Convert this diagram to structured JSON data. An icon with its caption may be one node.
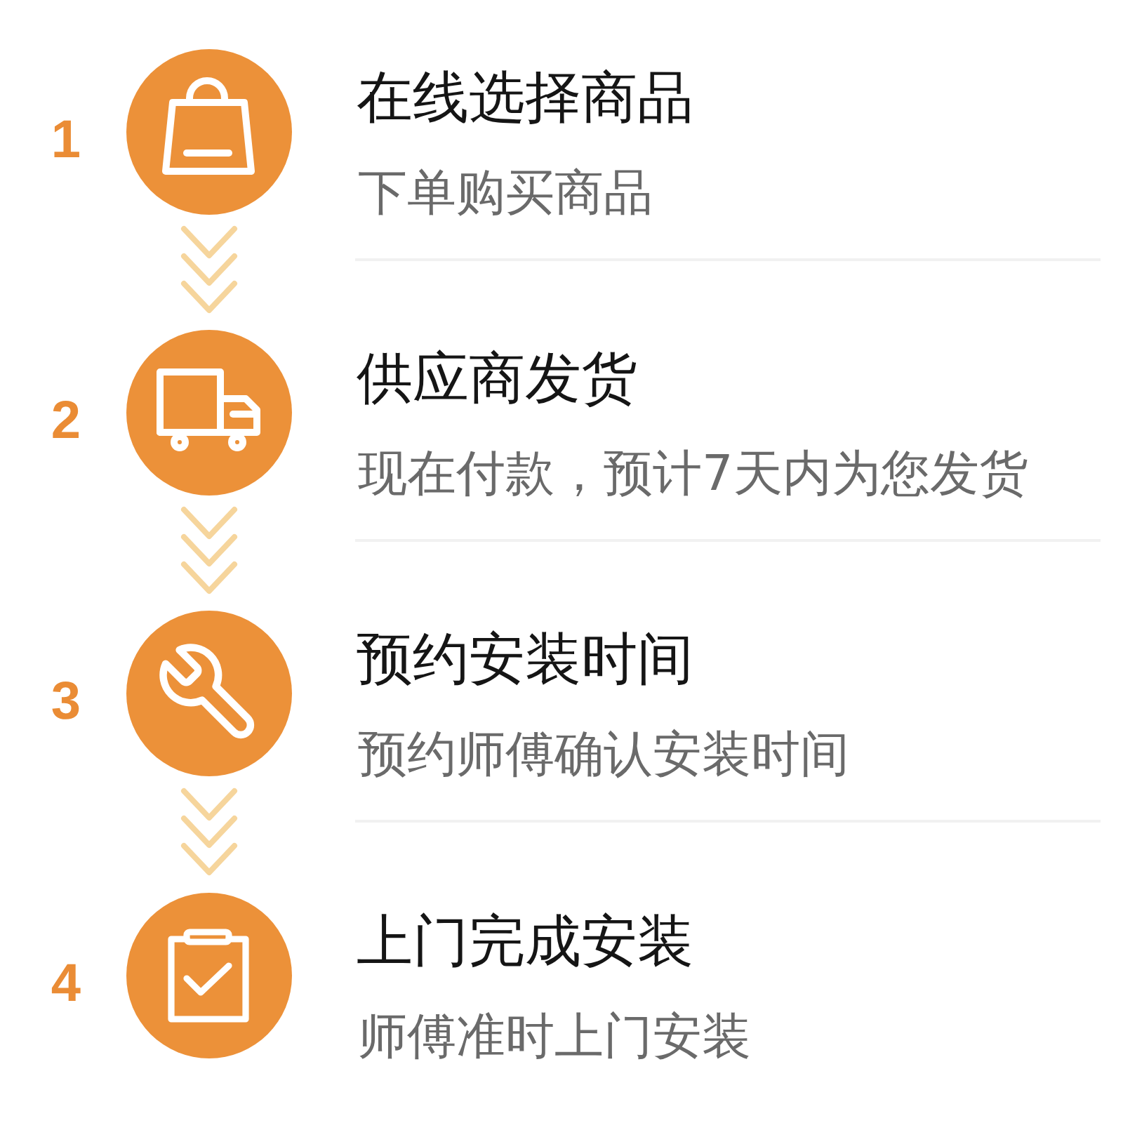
{
  "diagram": {
    "nodes": [
      {
        "text": [],
        "shape": "circle",
        "beside": [
          "1",
          "在线选择商品",
          "下单购买商品"
        ]
      },
      {
        "text": [],
        "shape": "circle",
        "beside": [
          "2",
          "供应商发货",
          "现在付款，预计7天内为您发货"
        ]
      },
      {
        "text": [],
        "shape": "circle",
        "beside": [
          "3",
          "预约安装时间",
          "预约师傅确认安装时间"
        ]
      },
      {
        "text": [],
        "shape": "circle",
        "beside": [
          "4",
          "上门完成安装",
          "师傅准时上门安装"
        ]
      }
    ],
    "edges": [
      {
        "from": 0,
        "to": 1,
        "arrow": "to"
      },
      {
        "from": 1,
        "to": 2,
        "arrow": "to"
      },
      {
        "from": 2,
        "to": 3,
        "arrow": "to"
      }
    ]
  }
}
